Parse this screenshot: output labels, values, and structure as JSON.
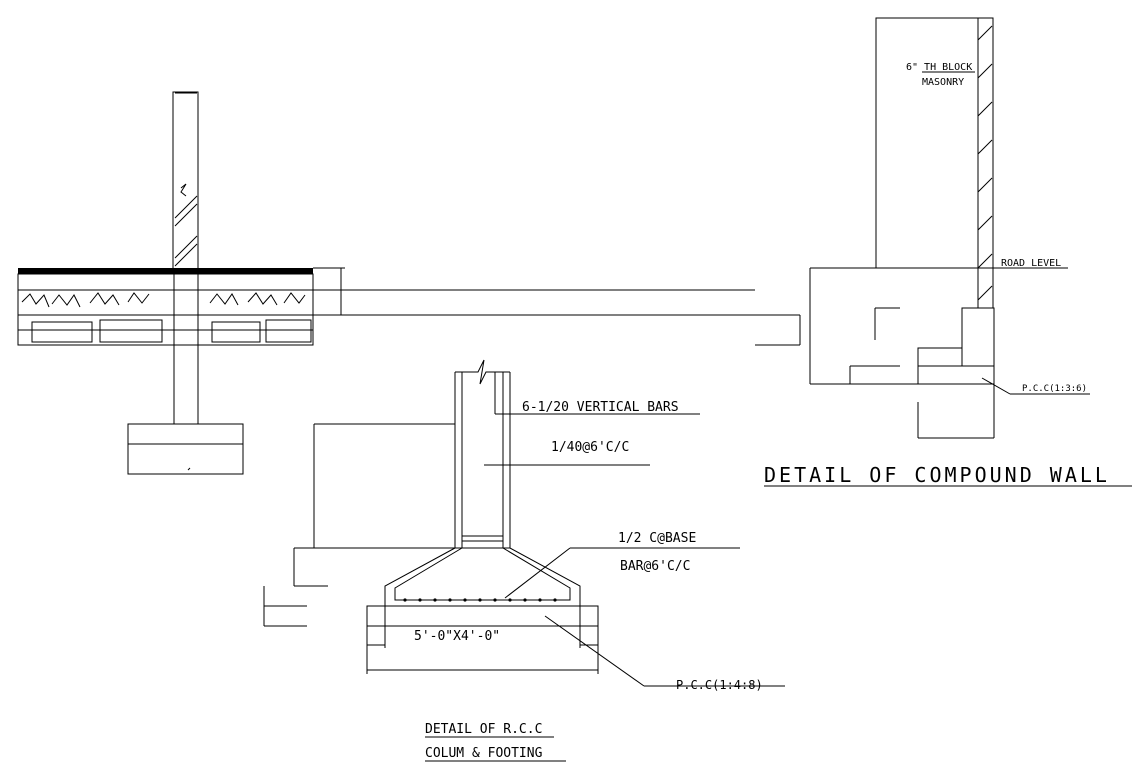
{
  "compound_wall": {
    "title": "DETAIL OF COMPOUND WALL",
    "block_label_1": "6\" TH BLOCK",
    "block_label_2": "MASONRY",
    "road_level": "ROAD LEVEL",
    "pcc": "P.C.C(1:3:6)"
  },
  "footing": {
    "vertical_bars": "6-1/20 VERTICAL BARS",
    "ties": "1/40@6'C/C",
    "base_bar_1": "1/2 C@BASE",
    "base_bar_2": "BAR@6'C/C",
    "size": "5'-0\"X4'-0\"",
    "pcc": "P.C.C(1:4:8)",
    "title_1": "DETAIL OF R.C.C",
    "title_2": "COLUM & FOOTING"
  },
  "colors": {
    "line": "#000000",
    "background": "#ffffff"
  }
}
